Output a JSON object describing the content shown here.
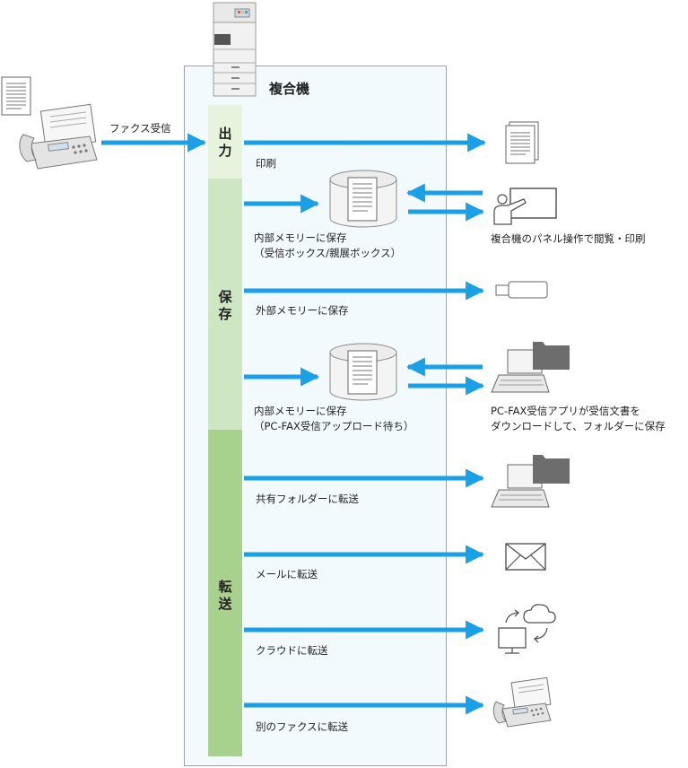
{
  "title": "複合機",
  "input_label": "ファクス受信",
  "sections": {
    "output": [
      "出",
      "力"
    ],
    "save": [
      "保",
      "存"
    ],
    "forward": [
      "転",
      "送"
    ]
  },
  "actions": {
    "print": "印刷",
    "internal_memory_1": "内部メモリーに保存",
    "internal_memory_1_sub": "（受信ボックス/親展ボックス）",
    "panel_print": "複合機のパネル操作で閲覧・印刷",
    "external_memory": "外部メモリーに保存",
    "internal_memory_2": "内部メモリーに保存",
    "internal_memory_2_sub": "（PC-FAX受信アップロード待ち）",
    "pcfax_line1": "PC-FAX受信アプリが受信文書を",
    "pcfax_line2": "ダウンロードして、フォルダーに保存",
    "shared_folder": "共有フォルダーに転送",
    "email": "メールに転送",
    "cloud": "クラウドに転送",
    "other_fax": "別のファクスに転送"
  },
  "colors": {
    "arrow": "#1aa0e6",
    "box_border": "#6fb0d8",
    "box_fill": "#f3fafd",
    "output_band": "#e8f3dd",
    "save_band": "#cfe6c2",
    "forward_band": "#a9d18e"
  }
}
